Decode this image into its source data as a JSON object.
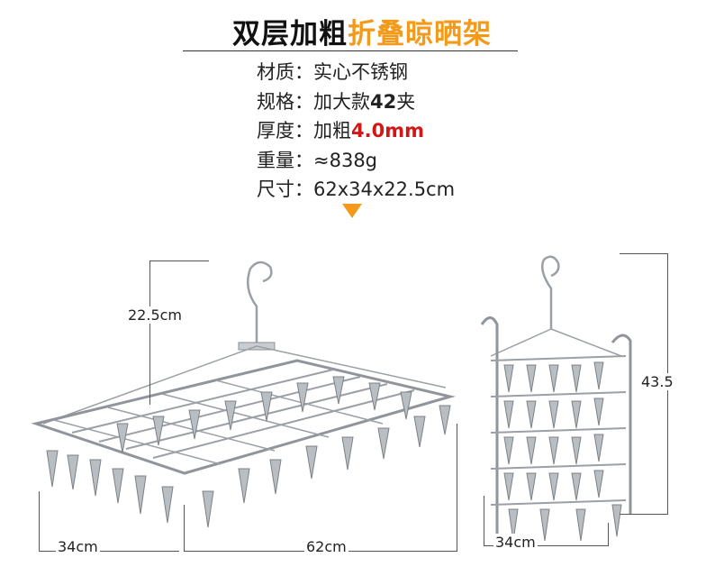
{
  "title": {
    "part1": "双层加粗",
    "part2": "折叠晾晒架"
  },
  "specs": [
    {
      "key": "材质：",
      "value": "实心不锈钢"
    },
    {
      "key": "规格：",
      "value_pre": "加大款",
      "value_bold": "42",
      "value_post": "夹"
    },
    {
      "key": "厚度：",
      "value_pre": "加粗",
      "value_red": "4.0mm"
    },
    {
      "key": "重量：",
      "value": "≈838g"
    },
    {
      "key": "尺寸：",
      "value": "62x34x22.5cm"
    }
  ],
  "dimensions": {
    "height_left": "22.5cm",
    "depth_left": "34cm",
    "width_left": "62cm",
    "height_right": "43.5",
    "depth_right": "34cm"
  },
  "colors": {
    "accent": "#f39a1a",
    "highlight": "#d01818"
  }
}
